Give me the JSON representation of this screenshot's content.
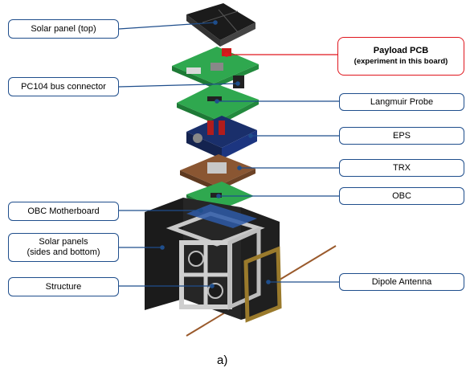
{
  "labels": {
    "solar_panel_top": "Solar panel (top)",
    "payload_pcb": "Payload PCB",
    "payload_pcb_note": "(experiment in this board)",
    "pc104_bus_connector": "PC104 bus connector",
    "langmuir_probe": "Langmuir Probe",
    "eps": "EPS",
    "trx": "TRX",
    "obc": "OBC",
    "obc_motherboard": "OBC Motherboard",
    "solar_panels_sides_line1": "Solar panels",
    "solar_panels_sides_line2": "(sides and bottom)",
    "structure": "Structure",
    "dipole_antenna": "Dipole Antenna"
  },
  "caption": "a)",
  "colors": {
    "box_border": "#1f4e8c",
    "payload_border": "#e0161d",
    "leader_line": "#1f4e8c",
    "pcb_green": "#2fa84f",
    "solar_black": "#1b1b1b",
    "structure_silver": "#c8c8c8",
    "antenna_copper": "#9a5a2c"
  }
}
